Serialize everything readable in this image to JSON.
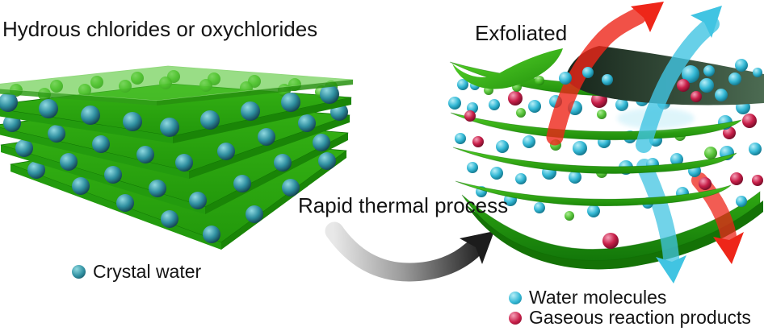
{
  "titles": {
    "left": "Hydrous chlorides or oxychlorides",
    "center": "Rapid thermal process",
    "right": "Exfoliated"
  },
  "legend_left": {
    "items": [
      {
        "label": "Crystal water",
        "color": "#2F8FA0"
      }
    ]
  },
  "legend_right": {
    "items": [
      {
        "label": "Water molecules",
        "color": "#35B9D6"
      },
      {
        "label": "Gaseous reaction products",
        "color": "#C81F49"
      }
    ]
  },
  "colors": {
    "layer_green_top": "#2BA411",
    "layer_green_front": "#239B0E",
    "layer_green_side": "#1A8507",
    "translucent_layer": "#55C636",
    "sheet_green_light": "#4FCB22",
    "sheet_green_dark": "#18800A",
    "peeled_sheet_dark": "#1C2D20",
    "crystal_water_sphere": "#2F8FA0",
    "water_molecule_sphere": "#35B9D6",
    "gaseous_product_sphere": "#C81F49",
    "red_arrow": "#EE2619",
    "cyan_arrow": "#41C4E2",
    "process_arrow_start": "#E8E8E8",
    "process_arrow_end": "#1C1C1C",
    "text": "#141414",
    "background": "#FFFFFF"
  }
}
